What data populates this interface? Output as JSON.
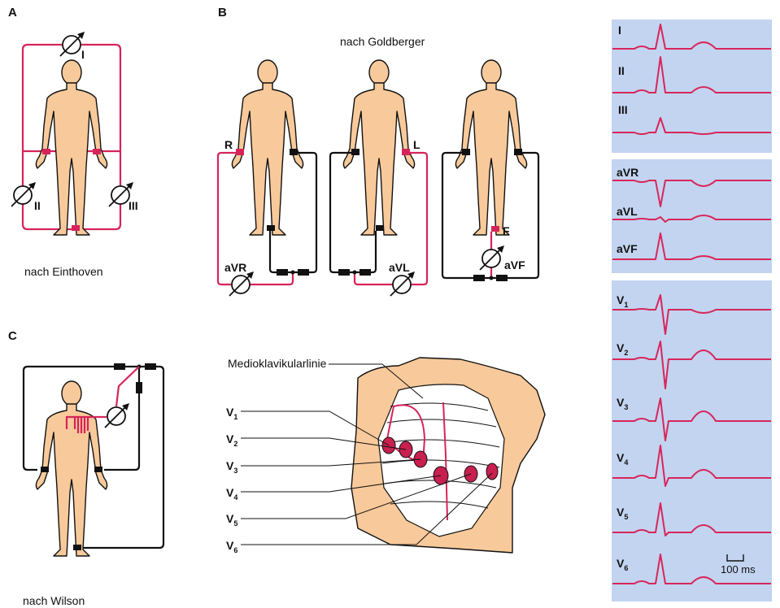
{
  "panels": {
    "A": {
      "label": "A",
      "caption": "nach Einthoven",
      "leads": [
        "I",
        "II",
        "III"
      ]
    },
    "B": {
      "label": "B",
      "caption": "nach Goldberger",
      "electrodes": [
        "R",
        "L",
        "F"
      ],
      "leads": [
        "aVR",
        "aVL",
        "aVF"
      ]
    },
    "C": {
      "label": "C",
      "caption": "nach Wilson",
      "chest_labels": {
        "line": "Medioklavikularlinie",
        "electrodes": [
          {
            "main": "V",
            "sub": "1"
          },
          {
            "main": "V",
            "sub": "2"
          },
          {
            "main": "V",
            "sub": "3"
          },
          {
            "main": "V",
            "sub": "4"
          },
          {
            "main": "V",
            "sub": "5"
          },
          {
            "main": "V",
            "sub": "6"
          }
        ]
      }
    }
  },
  "ecg": {
    "groups": [
      {
        "leads": [
          "I",
          "II",
          "III"
        ]
      },
      {
        "leads": [
          "aVR",
          "aVL",
          "aVF"
        ]
      },
      {
        "leads": [
          {
            "main": "V",
            "sub": "1"
          },
          {
            "main": "V",
            "sub": "2"
          },
          {
            "main": "V",
            "sub": "3"
          },
          {
            "main": "V",
            "sub": "4"
          },
          {
            "main": "V",
            "sub": "5"
          },
          {
            "main": "V",
            "sub": "6"
          }
        ]
      }
    ],
    "scale_bar": "100 ms"
  },
  "colors": {
    "electrode_red": "#d6245a",
    "skin": "#f8c99a",
    "ecg_background": "#c2d4f0",
    "ecg_trace": "#d8265a"
  }
}
